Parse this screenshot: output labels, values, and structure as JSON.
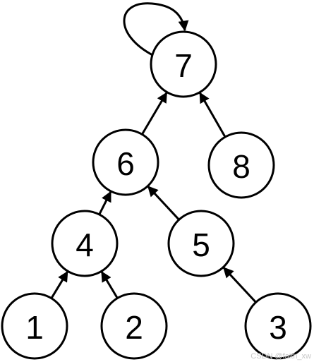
{
  "diagram": {
    "nodes": [
      {
        "id": "7",
        "label": "7"
      },
      {
        "id": "6",
        "label": "6"
      },
      {
        "id": "8",
        "label": "8"
      },
      {
        "id": "4",
        "label": "4"
      },
      {
        "id": "5",
        "label": "5"
      },
      {
        "id": "1",
        "label": "1"
      },
      {
        "id": "2",
        "label": "2"
      },
      {
        "id": "3",
        "label": "3"
      }
    ],
    "edges": [
      {
        "from": "7",
        "to": "7"
      },
      {
        "from": "6",
        "to": "7"
      },
      {
        "from": "8",
        "to": "7"
      },
      {
        "from": "4",
        "to": "6"
      },
      {
        "from": "5",
        "to": "6"
      },
      {
        "from": "1",
        "to": "4"
      },
      {
        "from": "2",
        "to": "4"
      },
      {
        "from": "3",
        "to": "5"
      }
    ],
    "stroke_color": "#000000",
    "fill_color": "#ffffff"
  },
  "watermark": "CSDN @faith_xw"
}
